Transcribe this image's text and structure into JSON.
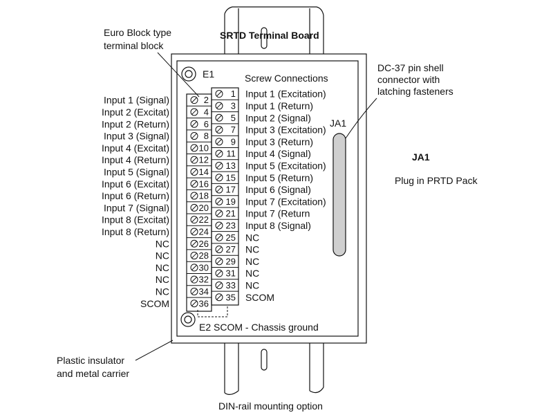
{
  "title": "SRTD Terminal Board",
  "callouts": {
    "euro_block": [
      "Euro Block type",
      "terminal block"
    ],
    "dc37": [
      "DC-37 pin shell",
      "connector with",
      "latching fasteners"
    ],
    "plastic": [
      "Plastic insulator",
      "and metal carrier"
    ],
    "din_rail": "DIN-rail mounting option"
  },
  "board": {
    "e1_label": "E1",
    "screw_connections_label": "Screw Connections",
    "ja1_connector_label": "JA1",
    "e2_label": "E2 SCOM - Chassis ground"
  },
  "ja1": {
    "title": "JA1",
    "subtitle": "Plug in PRTD Pack"
  },
  "terminals_even": [
    {
      "num": "2",
      "label": "Input 1 (Signal)"
    },
    {
      "num": "4",
      "label": "Input 2 (Excitat)"
    },
    {
      "num": "6",
      "label": "Input 2 (Return)"
    },
    {
      "num": "8",
      "label": "Input 3 (Signal)"
    },
    {
      "num": "10",
      "label": "Input 4 (Excitat)"
    },
    {
      "num": "12",
      "label": "Input 4 (Return)"
    },
    {
      "num": "14",
      "label": "Input 5 (Signal)"
    },
    {
      "num": "16",
      "label": "Input 6 (Excitat)"
    },
    {
      "num": "18",
      "label": "Input 6 (Return)"
    },
    {
      "num": "20",
      "label": "Input 7 (Signal)"
    },
    {
      "num": "22",
      "label": "Input 8 (Excitat)"
    },
    {
      "num": "24",
      "label": "Input 8 (Return)"
    },
    {
      "num": "26",
      "label": "NC"
    },
    {
      "num": "28",
      "label": "NC"
    },
    {
      "num": "30",
      "label": "NC"
    },
    {
      "num": "32",
      "label": "NC"
    },
    {
      "num": "34",
      "label": "NC"
    },
    {
      "num": "36",
      "label": "SCOM"
    }
  ],
  "terminals_odd": [
    {
      "num": "1",
      "label": "Input 1 (Excitation)"
    },
    {
      "num": "3",
      "label": "Input 1 (Return)"
    },
    {
      "num": "5",
      "label": "Input 2 (Signal)"
    },
    {
      "num": "7",
      "label": "Input 3 (Excitation)"
    },
    {
      "num": "9",
      "label": "Input 3 (Return)"
    },
    {
      "num": "11",
      "label": "Input 4 (Signal)"
    },
    {
      "num": "13",
      "label": "Input 5 (Excitation)"
    },
    {
      "num": "15",
      "label": "Input 5 (Return)"
    },
    {
      "num": "17",
      "label": "Input 6 (Signal)"
    },
    {
      "num": "19",
      "label": "Input 7 (Excitation)"
    },
    {
      "num": "21",
      "label": "Input 7 (Return"
    },
    {
      "num": "23",
      "label": "Input 8 (Signal)"
    },
    {
      "num": "25",
      "label": "NC"
    },
    {
      "num": "27",
      "label": "NC"
    },
    {
      "num": "29",
      "label": "NC"
    },
    {
      "num": "31",
      "label": "NC"
    },
    {
      "num": "33",
      "label": "NC"
    },
    {
      "num": "35",
      "label": "SCOM"
    }
  ]
}
